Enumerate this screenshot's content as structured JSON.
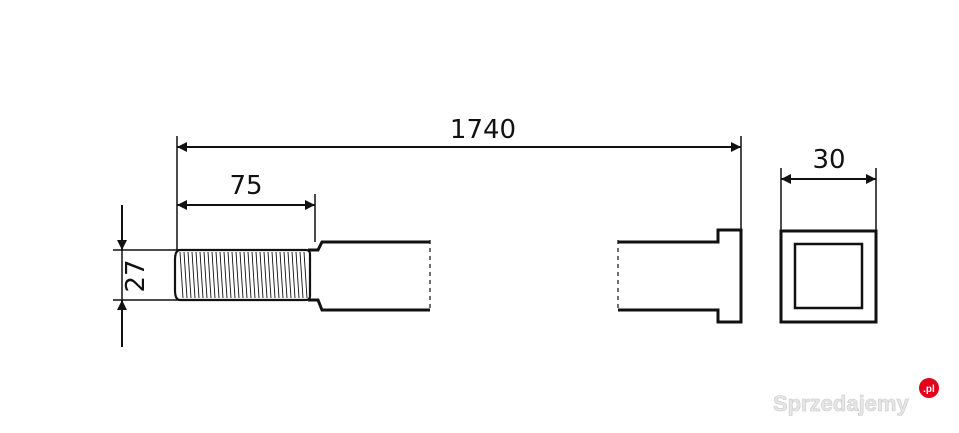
{
  "dimensions": {
    "length": "1740",
    "thread_length": "75",
    "diameter": "27",
    "square_width": "30"
  },
  "watermark": {
    "text": "Sprzedajemy",
    "badge": ".pl",
    "badge_color": "#e2001a"
  },
  "colors": {
    "line": "#111111",
    "background": "#ffffff"
  }
}
